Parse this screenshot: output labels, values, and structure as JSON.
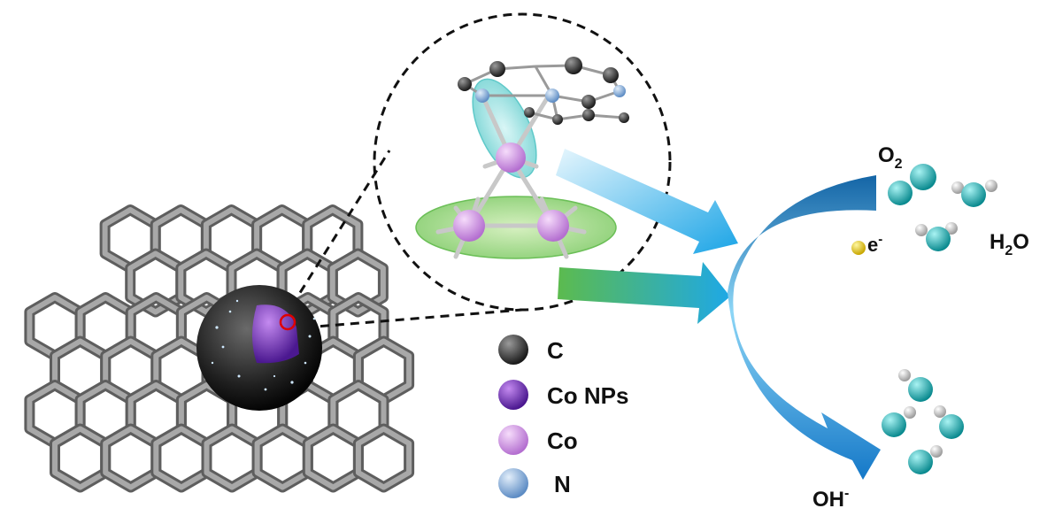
{
  "legend": {
    "items": [
      {
        "label": "C",
        "color": "#3a3a3a"
      },
      {
        "label": "Co NPs",
        "color": "#7a3fc4"
      },
      {
        "label": "Co",
        "color": "#d69ae6"
      },
      {
        "label": "N",
        "color": "#8fb4e0"
      }
    ]
  },
  "reaction": {
    "o2_base": "O",
    "o2_sub": "2",
    "electron_base": "e",
    "electron_sup": "-",
    "water_h": "H",
    "water_sub": "2",
    "water_o": "O",
    "hydroxide_base": "OH",
    "hydroxide_sup": "-"
  },
  "colors": {
    "graphene": "#8d8d8d",
    "carbon": "#3a3a3a",
    "co_np": "#7a3fc4",
    "co": "#d69ae6",
    "nitrogen": "#8fb4e0",
    "oxygen": "#1fb8b8",
    "hydrogen": "#d8d8d8",
    "electron": "#e8d000",
    "arrow_blue": "#1a9ee0",
    "arrow_green": "#5cb85c",
    "highlight_ring": "#e00000"
  }
}
